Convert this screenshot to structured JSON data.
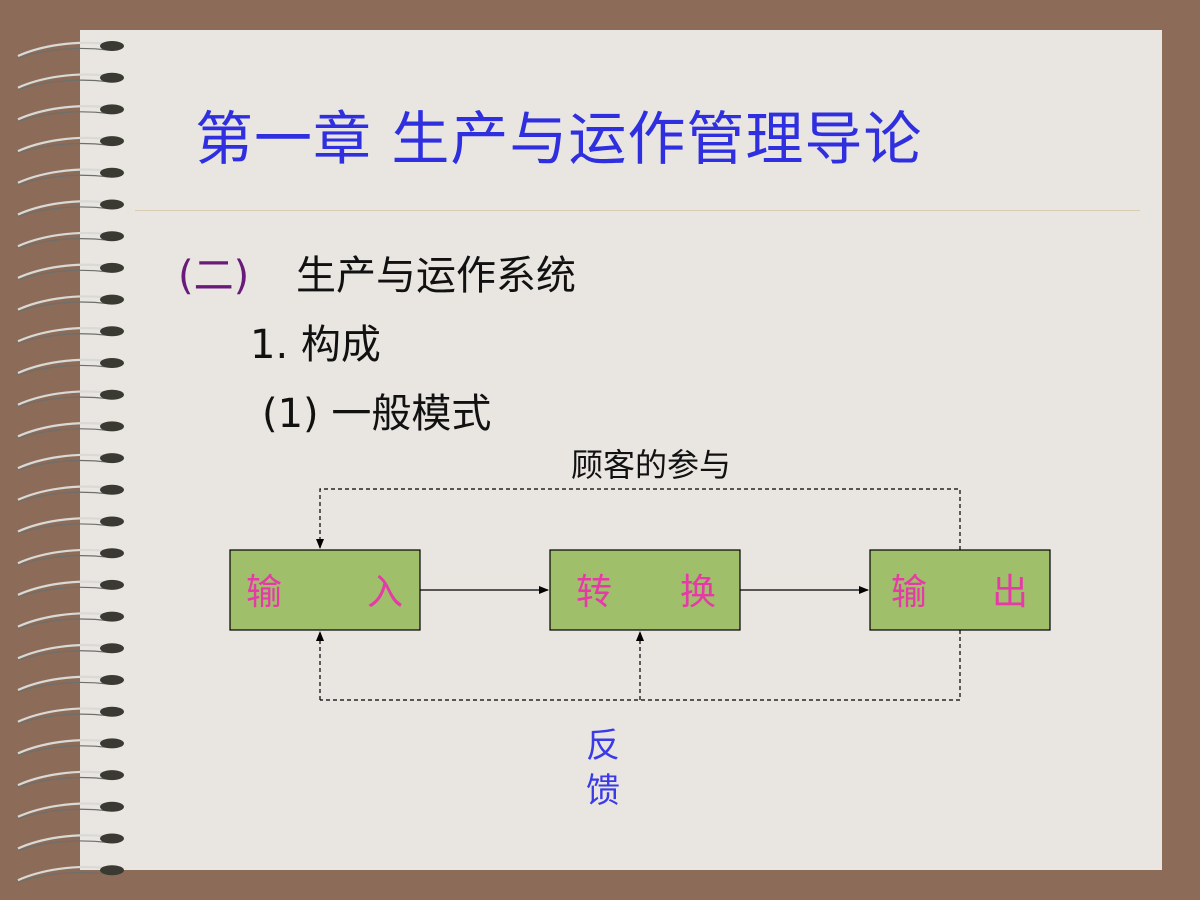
{
  "slide": {
    "title": "第一章  生产与运作管理导论",
    "section_number": "(二)",
    "section_title": "生产与运作系统",
    "subsection": "1. 构成",
    "subsubsection": "(1) 一般模式"
  },
  "diagram": {
    "top_label": "顾客的参与",
    "feedback_label": "反馈",
    "feedback_chars": [
      "反",
      "馈"
    ],
    "boxes": [
      {
        "left": "输",
        "right": "入"
      },
      {
        "left": "转",
        "right": "换"
      },
      {
        "left": "输",
        "right": "出"
      }
    ]
  },
  "colors": {
    "title": "#2f2fe0",
    "box_fill": "#9fbf6a",
    "box_text": "#e63aa8",
    "background": "#8c6c58",
    "paper": "#e9e6e2"
  }
}
